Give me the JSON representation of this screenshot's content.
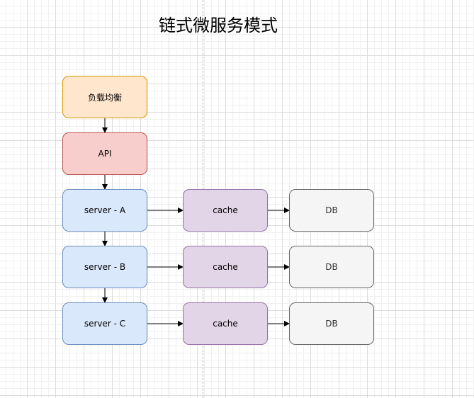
{
  "title": "链式微服务模式",
  "nodes": {
    "load_balancer": "负载均衡",
    "api": "API",
    "server_a": "server - A",
    "server_b": "server - B",
    "server_c": "server - C",
    "cache_a": "cache",
    "cache_b": "cache",
    "cache_c": "cache",
    "db_a": "DB",
    "db_b": "DB",
    "db_c": "DB"
  },
  "edges": [
    {
      "from": "load_balancer",
      "to": "api"
    },
    {
      "from": "api",
      "to": "server_a"
    },
    {
      "from": "server_a",
      "to": "server_b"
    },
    {
      "from": "server_b",
      "to": "server_c"
    },
    {
      "from": "server_a",
      "to": "cache_a"
    },
    {
      "from": "cache_a",
      "to": "db_a"
    },
    {
      "from": "server_b",
      "to": "cache_b"
    },
    {
      "from": "cache_b",
      "to": "db_b"
    },
    {
      "from": "server_c",
      "to": "cache_c"
    },
    {
      "from": "cache_c",
      "to": "db_c"
    }
  ]
}
